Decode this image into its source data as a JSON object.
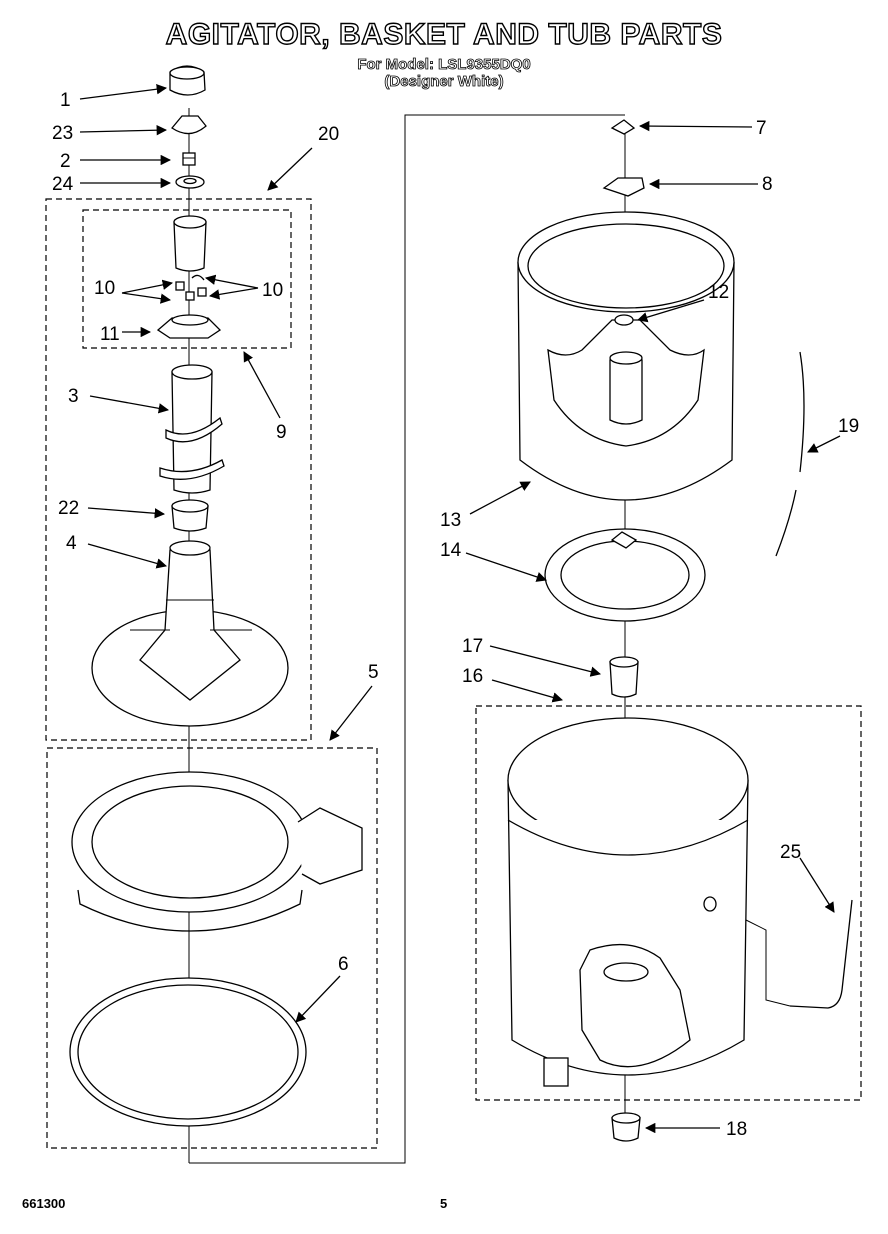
{
  "header": {
    "title": "AGITATOR, BASKET AND TUB PARTS",
    "model_line": "For Model: LSL9355DQ0",
    "color_line": "(Designer White)"
  },
  "footer": {
    "doc_number": "661300",
    "page_number": "5"
  },
  "callouts": {
    "c1": "1",
    "c23": "23",
    "c2": "2",
    "c24": "24",
    "c20": "20",
    "c10a": "10",
    "c10b": "10",
    "c11": "11",
    "c9": "9",
    "c3": "3",
    "c22": "22",
    "c4": "4",
    "c5": "5",
    "c6": "6",
    "c7": "7",
    "c8": "8",
    "c12": "12",
    "c19": "19",
    "c13": "13",
    "c14": "14",
    "c17": "17",
    "c16": "16",
    "c25": "25",
    "c18": "18"
  }
}
